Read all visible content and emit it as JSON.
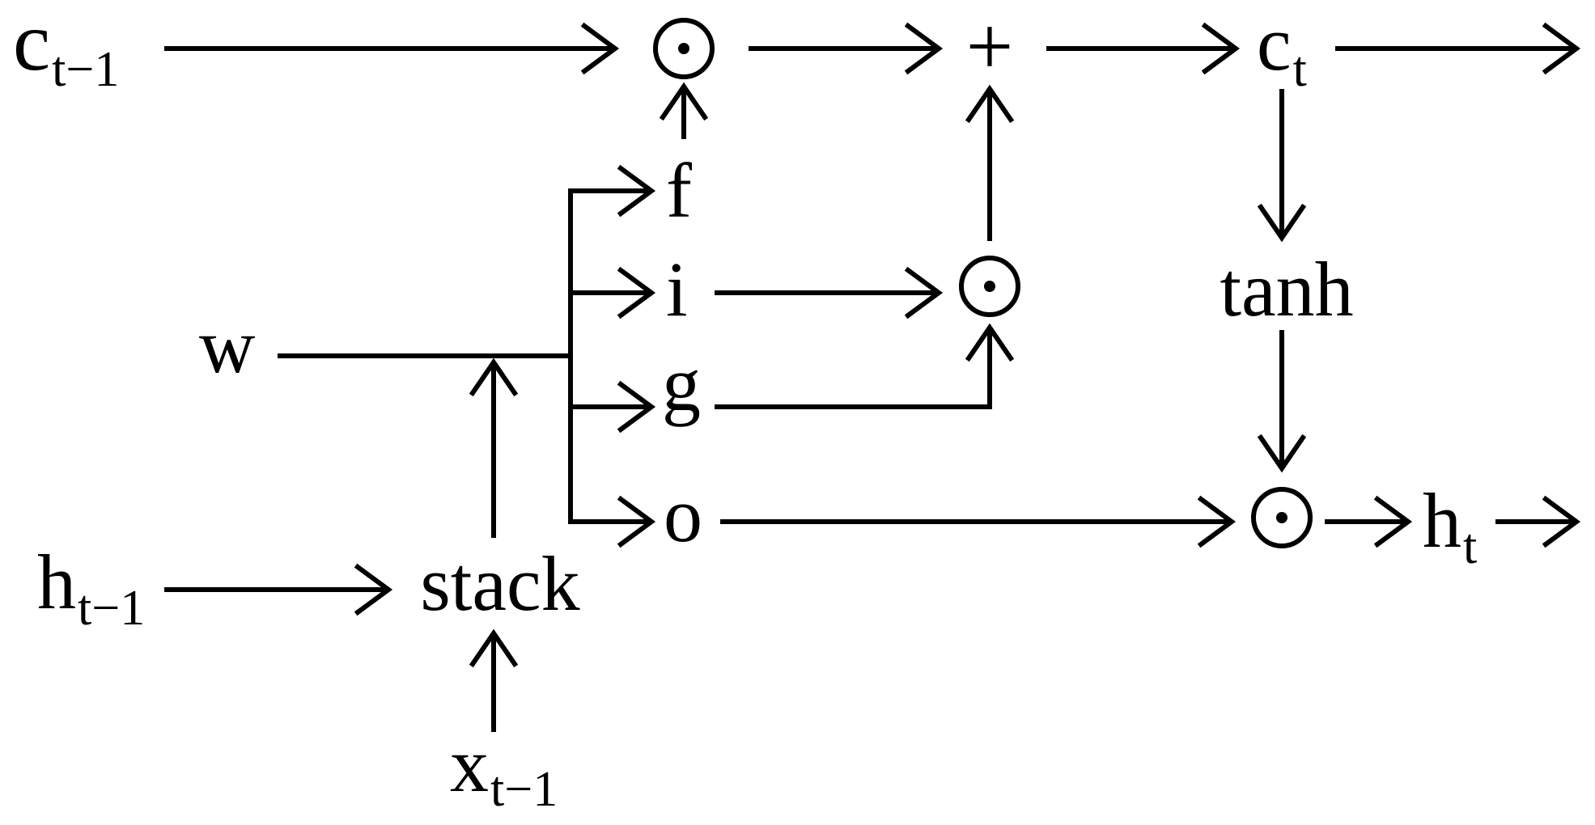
{
  "nodes": {
    "c_prev": {
      "base": "c",
      "sub": "t−1"
    },
    "h_prev": {
      "base": "h",
      "sub": "t−1"
    },
    "x_prev": {
      "base": "x",
      "sub": "t−1"
    },
    "w": "w",
    "stack": "stack",
    "f": "f",
    "i": "i",
    "g": "g",
    "o": "o",
    "plus": "+",
    "c_t": {
      "base": "c",
      "sub": "t"
    },
    "tanh": "tanh",
    "h_t": {
      "base": "h",
      "sub": "t"
    }
  },
  "operators": {
    "mul": "⊙",
    "add": "+"
  }
}
